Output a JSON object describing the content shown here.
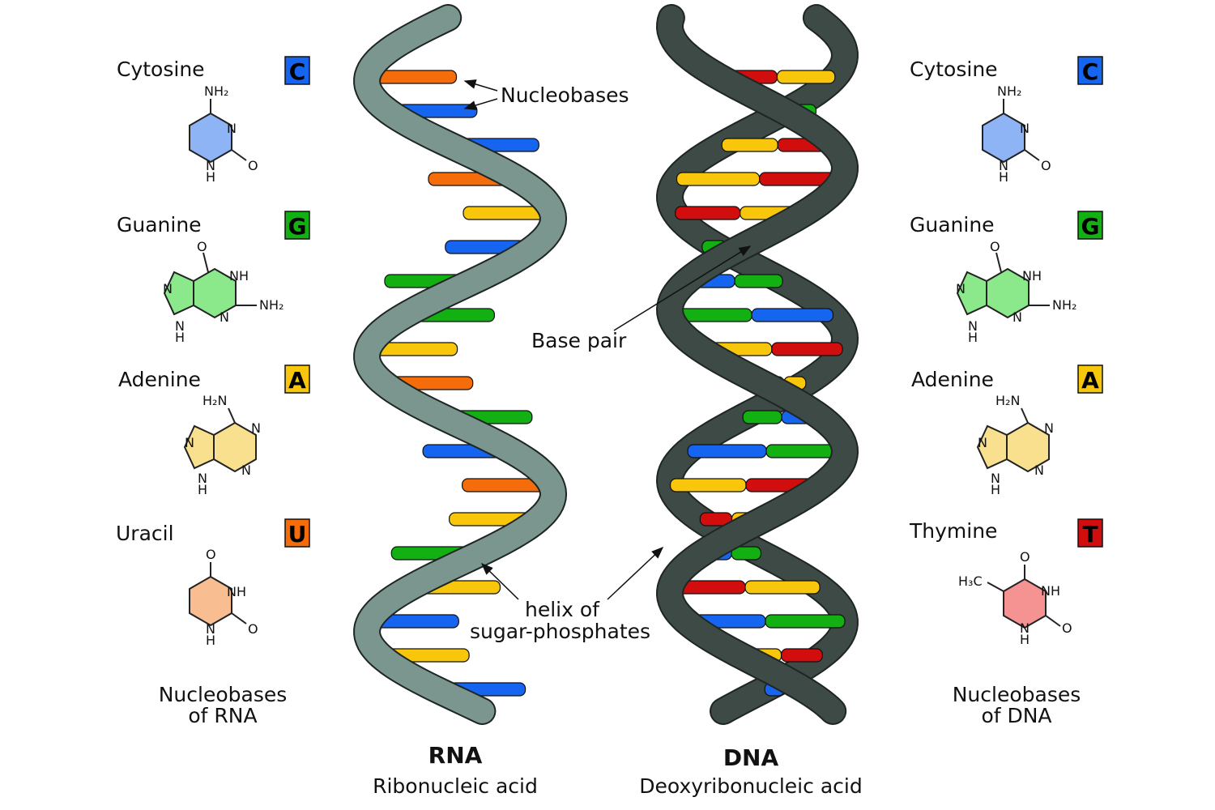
{
  "colors": {
    "cytosine": "#1565f0",
    "guanine": "#12b012",
    "adenine": "#f8c60a",
    "uracil": "#f46d0a",
    "thymine": "#d20d0d",
    "rna_backbone": "#7a968e",
    "dna_backbone": "#3e4a46",
    "outline": "#1e2624",
    "ring_c": "#8fb4f5",
    "ring_g": "#8be88b",
    "ring_a": "#f8e08e",
    "ring_u": "#f9bd92",
    "ring_t": "#f59292"
  },
  "left": {
    "bases": [
      {
        "name": "Cytosine",
        "letter": "C",
        "atoms": [
          "NH₂",
          "N",
          "N",
          "H",
          "O"
        ]
      },
      {
        "name": "Guanine",
        "letter": "G",
        "atoms": [
          "O",
          "NH",
          "NH₂",
          "N",
          "N",
          "N",
          "H"
        ]
      },
      {
        "name": "Adenine",
        "letter": "A",
        "atoms": [
          "H₂N",
          "N",
          "N",
          "N",
          "N",
          "H"
        ]
      },
      {
        "name": "Uracil",
        "letter": "U",
        "atoms": [
          "O",
          "NH",
          "O",
          "N",
          "H"
        ]
      }
    ],
    "caption_1": "Nucleobases",
    "caption_2": "of RNA"
  },
  "right": {
    "bases": [
      {
        "name": "Cytosine",
        "letter": "C",
        "atoms": [
          "NH₂",
          "N",
          "N",
          "H",
          "O"
        ]
      },
      {
        "name": "Guanine",
        "letter": "G",
        "atoms": [
          "O",
          "NH",
          "NH₂",
          "N",
          "N",
          "N",
          "H"
        ]
      },
      {
        "name": "Adenine",
        "letter": "A",
        "atoms": [
          "H₂N",
          "N",
          "N",
          "N",
          "N",
          "H"
        ]
      },
      {
        "name": "Thymine",
        "letter": "T",
        "atoms": [
          "O",
          "NH",
          "O",
          "N",
          "H",
          "H₃C"
        ]
      }
    ],
    "caption_1": "Nucleobases",
    "caption_2": "of DNA"
  },
  "annotations": {
    "nucleobases": "Nucleobases",
    "base_pair": "Base pair",
    "helix_1": "helix of",
    "helix_2": "sugar-phosphates"
  },
  "rna": {
    "title": "RNA",
    "subtitle": "Ribonucleic acid",
    "sequence": [
      "U",
      "C",
      "C",
      "U",
      "A",
      "C",
      "G",
      "G",
      "A",
      "U",
      "G",
      "C",
      "U",
      "A",
      "G",
      "A",
      "C",
      "A",
      "C"
    ]
  },
  "dna": {
    "title": "DNA",
    "subtitle": "Deoxyribonucleic acid",
    "pairs": [
      [
        "T",
        "A"
      ],
      [
        "C",
        "G"
      ],
      [
        "A",
        "T"
      ],
      [
        "A",
        "T"
      ],
      [
        "T",
        "A"
      ],
      [
        "G",
        "C"
      ],
      [
        "C",
        "G"
      ],
      [
        "G",
        "C"
      ],
      [
        "A",
        "T"
      ],
      [
        "T",
        "A"
      ],
      [
        "G",
        "C"
      ],
      [
        "C",
        "G"
      ],
      [
        "A",
        "T"
      ],
      [
        "T",
        "A"
      ],
      [
        "C",
        "G"
      ],
      [
        "T",
        "A"
      ],
      [
        "C",
        "G"
      ],
      [
        "A",
        "T"
      ],
      [
        "C",
        "G"
      ]
    ]
  }
}
